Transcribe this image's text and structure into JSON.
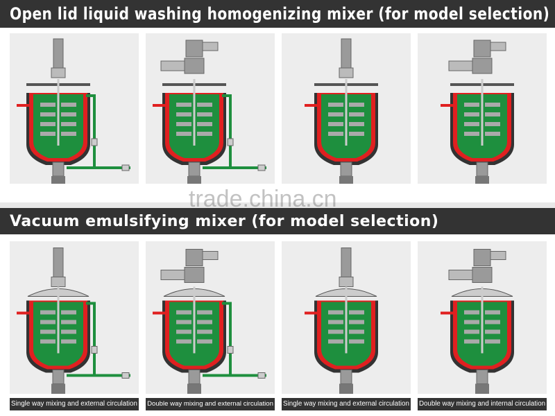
{
  "section1": {
    "title": "Open lid liquid washing homogenizing mixer (for model selection)",
    "panels": [
      {
        "motor": "single",
        "circ": "external",
        "lid": "open"
      },
      {
        "motor": "double",
        "circ": "external",
        "lid": "open"
      },
      {
        "motor": "single",
        "circ": "none",
        "lid": "open"
      },
      {
        "motor": "double",
        "circ": "none",
        "lid": "open"
      }
    ]
  },
  "watermark": "trade.china.cn",
  "section2": {
    "title": "Vacuum emulsifying mixer (for model selection)",
    "panels": [
      {
        "motor": "single",
        "circ": "external",
        "lid": "dome"
      },
      {
        "motor": "double",
        "circ": "external",
        "lid": "dome"
      },
      {
        "motor": "single",
        "circ": "none",
        "lid": "dome"
      },
      {
        "motor": "double",
        "circ": "internal",
        "lid": "dome"
      }
    ],
    "captions": [
      "Single way mixing and external circulation",
      "Double way mixing and external circulation",
      "Single way mixing and external circulation",
      "Double way mixing and internal circulation"
    ]
  },
  "colors": {
    "liquid": "#1e8f3e",
    "jacket": "#e02020",
    "shell": "#333333",
    "steel": "#9a9a9a"
  }
}
